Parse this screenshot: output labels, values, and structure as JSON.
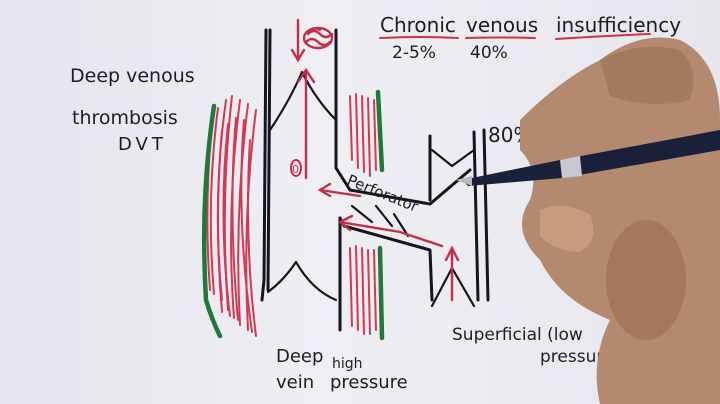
{
  "title": {
    "word1": "Chronic",
    "word2": "venous",
    "word3": "insufficiency",
    "stat1": "2-5%",
    "stat2": "40%",
    "stat3": "80%"
  },
  "labels": {
    "dvt_line1": "Deep venous",
    "dvt_line2": "thrombosis",
    "dvt_line3": "DVT",
    "perforator": "Perforator",
    "deep_line1": "Deep",
    "deep_line2": "vein",
    "high_line1": "high",
    "high_line2": "pressure",
    "superficial_line1": "Superficial (low",
    "superficial_line2": "pressure)",
    "zero_mark": "0"
  },
  "colors": {
    "ink": "#15151f",
    "red": "#d03a52",
    "green": "#1f7a3a",
    "paper": "#eaeaf0"
  }
}
